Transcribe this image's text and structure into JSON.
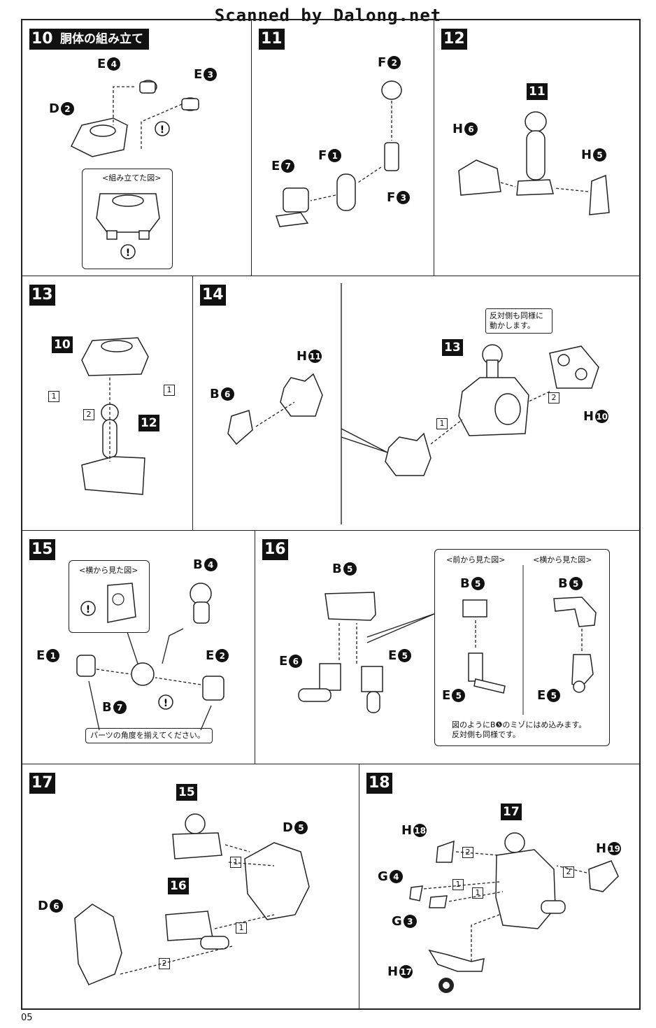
{
  "watermark": "Scanned by Dalong.net",
  "page_number": "05",
  "steps": {
    "s10": {
      "num": "10",
      "title": "胴体の組み立て",
      "inset_caption": "<組み立てた図>",
      "labels": [
        {
          "l": "E",
          "n": "4"
        },
        {
          "l": "E",
          "n": "3"
        },
        {
          "l": "D",
          "n": "2"
        }
      ]
    },
    "s11": {
      "num": "11",
      "labels": [
        {
          "l": "F",
          "n": "2"
        },
        {
          "l": "E",
          "n": "7"
        },
        {
          "l": "F",
          "n": "1"
        },
        {
          "l": "F",
          "n": "3"
        }
      ]
    },
    "s12": {
      "num": "12",
      "ref": "11",
      "labels": [
        {
          "l": "H",
          "n": "6"
        },
        {
          "l": "H",
          "n": "5"
        }
      ]
    },
    "s13": {
      "num": "13",
      "ref_top": "10",
      "ref_bottom": "12",
      "order": [
        "1",
        "1",
        "2"
      ]
    },
    "s14": {
      "num": "14",
      "ref": "13",
      "note": "反対側も同様に\n動かします。",
      "labels": [
        {
          "l": "H",
          "n": "11"
        },
        {
          "l": "B",
          "n": "6"
        },
        {
          "l": "H",
          "n": "10"
        }
      ],
      "order": [
        "1",
        "2"
      ]
    },
    "s15": {
      "num": "15",
      "inset_caption": "<横から見た図>",
      "note": "パーツの角度を揃えてください。",
      "labels": [
        {
          "l": "B",
          "n": "4"
        },
        {
          "l": "E",
          "n": "1"
        },
        {
          "l": "E",
          "n": "2"
        },
        {
          "l": "B",
          "n": "7"
        }
      ]
    },
    "s16": {
      "num": "16",
      "front_caption": "<前から見た図>",
      "side_caption": "<横から見た図>",
      "note": "図のようにB❺のミゾにはめ込みます。\n反対側も同様です。",
      "labels": [
        {
          "l": "B",
          "n": "5"
        },
        {
          "l": "E",
          "n": "6"
        },
        {
          "l": "E",
          "n": "5"
        }
      ],
      "inset_labels": [
        {
          "l": "B",
          "n": "5"
        },
        {
          "l": "E",
          "n": "5"
        },
        {
          "l": "B",
          "n": "5"
        },
        {
          "l": "E",
          "n": "5"
        }
      ]
    },
    "s17": {
      "num": "17",
      "ref_a": "15",
      "ref_b": "16",
      "labels": [
        {
          "l": "D",
          "n": "5"
        },
        {
          "l": "D",
          "n": "6"
        }
      ],
      "order": [
        "1",
        "1",
        "2"
      ]
    },
    "s18": {
      "num": "18",
      "ref": "17",
      "labels": [
        {
          "l": "H",
          "n": "18"
        },
        {
          "l": "H",
          "n": "19"
        },
        {
          "l": "G",
          "n": "4"
        },
        {
          "l": "G",
          "n": "3"
        },
        {
          "l": "H",
          "n": "17"
        }
      ],
      "order": [
        "2",
        "2",
        "1",
        "1"
      ]
    }
  }
}
